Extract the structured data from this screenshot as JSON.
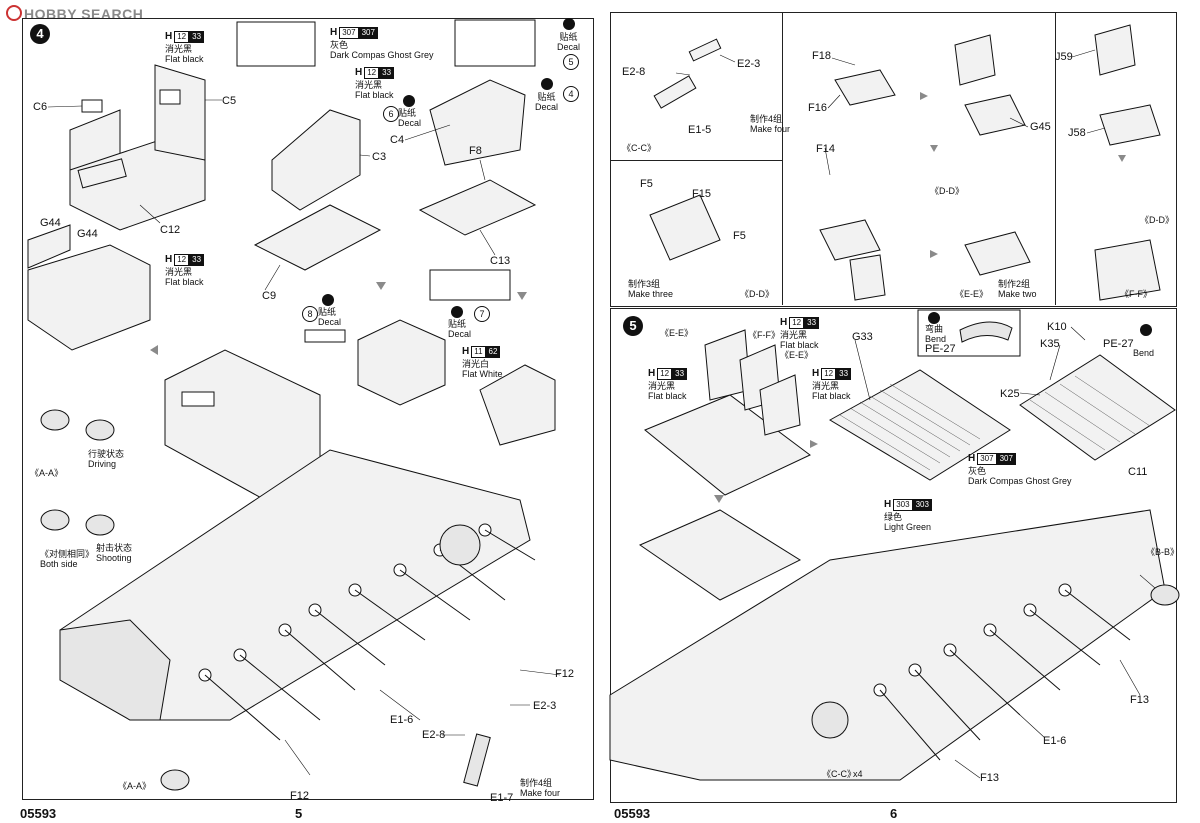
{
  "watermark": "HOBBY SEARCH",
  "left_page": {
    "step": "4",
    "catalog": "05593",
    "page_no": "5",
    "labels": {
      "C6": "C6",
      "C5": "C5",
      "C12": "C12",
      "C3": "C3",
      "C4": "C4",
      "C9": "C9",
      "C13": "C13",
      "F8": "F8",
      "G44a": "G44",
      "G44b": "G44",
      "F12a": "F12",
      "F12b": "F12",
      "E1_6": "E1-6",
      "E2_3": "E2-3",
      "E2_8": "E2-8",
      "E1_7": "E1-7",
      "AA1": "《A-A》",
      "AA2": "《A-A》"
    },
    "colors": {
      "flat_black_1": {
        "h": "H",
        "c1": "12",
        "c2": "33",
        "cn": "消光黑",
        "en": "Flat black"
      },
      "ghost_grey": {
        "h": "H",
        "c1": "307",
        "c2": "307",
        "cn": "灰色",
        "en": "Dark Compas Ghost Grey"
      },
      "flat_black_2": {
        "h": "H",
        "c1": "12",
        "c2": "33",
        "cn": "消光黑",
        "en": "Flat black"
      },
      "flat_black_3": {
        "h": "H",
        "c1": "12",
        "c2": "33",
        "cn": "消光黑",
        "en": "Flat black"
      },
      "flat_white": {
        "h": "H",
        "c1": "11",
        "c2": "62",
        "cn": "消光白",
        "en": "Flat White"
      }
    },
    "decals": {
      "d5": {
        "num": "5",
        "cn": "贴纸",
        "en": "Decal"
      },
      "d4": {
        "num": "4",
        "cn": "贴纸",
        "en": "Decal"
      },
      "d6": {
        "num": "6",
        "cn": "贴纸",
        "en": "Decal"
      },
      "d8": {
        "num": "8",
        "cn": "贴纸",
        "en": "Decal"
      },
      "d7": {
        "num": "7",
        "cn": "贴纸",
        "en": "Decal"
      }
    },
    "notes": {
      "driving_cn": "行驶状态",
      "driving_en": "Driving",
      "both_cn": "《对侧相同》",
      "both_en": "Both side",
      "shooting_cn": "射击状态",
      "shooting_en": "Shooting",
      "make4_cn": "制作4组",
      "make4_en": "Make four"
    }
  },
  "right_page": {
    "step": "5",
    "catalog": "05593",
    "page_no": "6",
    "top_labels": {
      "E2_8": "E2-8",
      "E2_3": "E2-3",
      "E1_5": "E1-5",
      "make4_cn": "制作4组",
      "make4_en": "Make four",
      "CC": "《C-C》",
      "F18": "F18",
      "F16": "F16",
      "G45": "G45",
      "J59": "J59",
      "J58": "J58",
      "F14": "F14",
      "DD1": "《D-D》",
      "EE1": "《E-E》",
      "make2_cn": "制作2组",
      "make2_en": "Make two",
      "DD2": "《D-D》",
      "FF1": "《F-F》",
      "F5a": "F5",
      "F15": "F15",
      "F5b": "F5",
      "make3_cn": "制作3组",
      "make3_en": "Make three",
      "DD3": "《D-D》"
    },
    "labels": {
      "EE": "《E-E》",
      "FF": "《F-F》",
      "EE2": "《E-E》",
      "G33": "G33",
      "PE27a": "PE-27",
      "K10": "K10",
      "K35": "K35",
      "PE27b": "PE-27",
      "K25": "K25",
      "C11": "C11",
      "BB": "《B-B》",
      "F13a": "F13",
      "F13b": "F13",
      "E1_6": "E1-6",
      "CC": "《C-C》",
      "x4": "x4"
    },
    "colors": {
      "flat_black_a": {
        "h": "H",
        "c1": "12",
        "c2": "33",
        "cn": "消光黑",
        "en": "Flat black"
      },
      "flat_black_b": {
        "h": "H",
        "c1": "12",
        "c2": "33",
        "cn": "消光黑",
        "en": "Flat black"
      },
      "flat_black_c": {
        "h": "H",
        "c1": "12",
        "c2": "33",
        "cn": "消光黑",
        "en": "Flat black"
      },
      "ghost_grey": {
        "h": "H",
        "c1": "307",
        "c2": "307",
        "cn": "灰色",
        "en": "Dark Compas Ghost Grey"
      },
      "light_green": {
        "h": "H",
        "c1": "303",
        "c2": "303",
        "cn": "绿色",
        "en": "Light Green"
      }
    },
    "bend": {
      "cn": "弯曲",
      "en": "Bend"
    }
  },
  "style": {
    "ink": "#111111",
    "paper": "#ffffff",
    "part_fill": "#f2f2f2",
    "arrow": "#8a8a8a",
    "watermark_red": "#cc3333"
  }
}
